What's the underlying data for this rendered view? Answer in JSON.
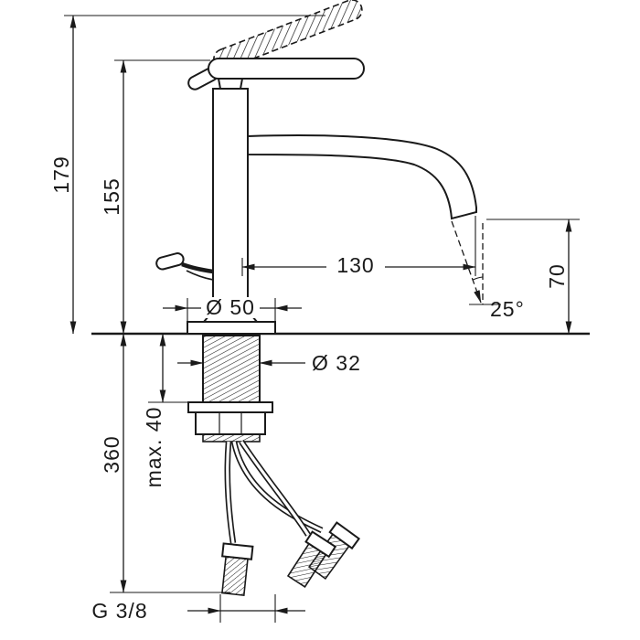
{
  "labels": {
    "total_height": "179",
    "faucet_height": "155",
    "spout_reach": "130",
    "spout_height": "70",
    "stream_angle": "25°",
    "base_diameter": "Ø 50",
    "shank_diameter": "Ø 32",
    "hose_length": "360",
    "max_mounting_depth": "max. 40",
    "connection_thread": "G 3/8"
  },
  "colors": {
    "ink": "#1a1a1a",
    "paper": "#ffffff"
  }
}
